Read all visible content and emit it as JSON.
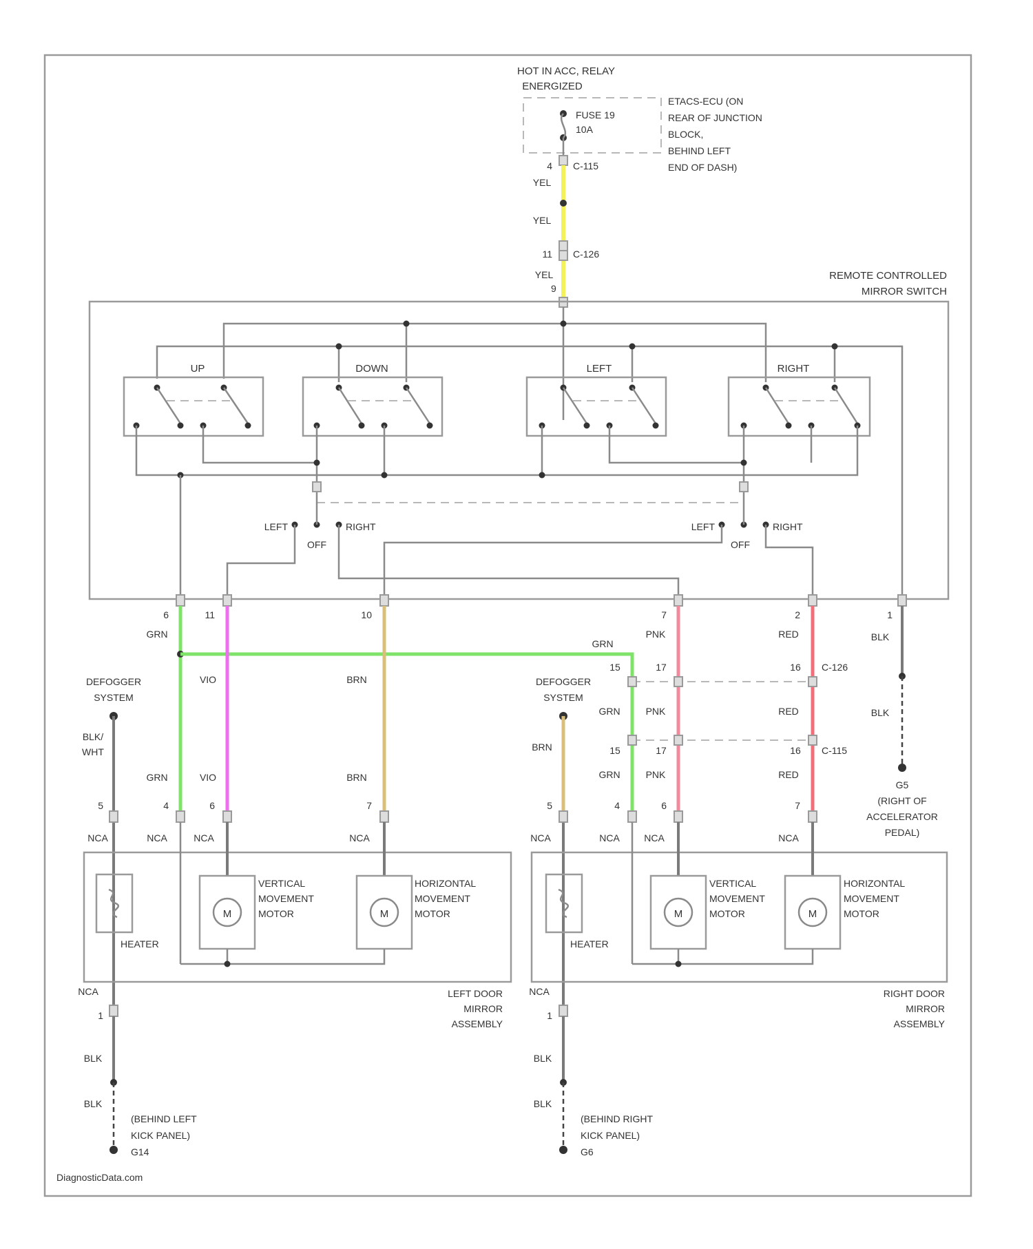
{
  "power": {
    "source_line1": "HOT IN ACC, RELAY",
    "source_line2": "ENERGIZED",
    "fuse_name": "FUSE 19",
    "fuse_rating": "10A",
    "fuse_location": [
      "ETACS-ECU (ON",
      "REAR OF JUNCTION",
      "BLOCK,",
      "BEHIND LEFT",
      "END OF DASH)"
    ],
    "pin_top": "4",
    "connector_top": "C-115",
    "wire_a": "YEL",
    "wire_b": "YEL",
    "pin_c126": "11",
    "connector_c126": "C-126",
    "wire_c": "YEL",
    "pin_switch": "9"
  },
  "switch": {
    "title_line1": "REMOTE CONTROLLED",
    "title_line2": "MIRROR SWITCH",
    "positions": [
      "UP",
      "DOWN",
      "LEFT",
      "RIGHT"
    ],
    "selector_left": {
      "left": "LEFT",
      "off": "OFF",
      "right": "RIGHT"
    },
    "selector_right": {
      "left": "LEFT",
      "off": "OFF",
      "right": "RIGHT"
    }
  },
  "switch_pins": [
    {
      "pin": "6",
      "wire": "GRN"
    },
    {
      "pin": "11",
      "wire": "VIO"
    },
    {
      "pin": "10",
      "wire": "BRN"
    },
    {
      "pin": "7",
      "wire": "PNK"
    },
    {
      "pin": "2",
      "wire": "RED"
    },
    {
      "pin": "1",
      "wire": "BLK"
    }
  ],
  "wire_colors": {
    "GRN": "#7fe36a",
    "VIO": "#ee6fee",
    "BRN": "#d9bf7a",
    "PNK": "#f08a9c",
    "RED": "#f06f78",
    "YEL": "#f4f25a"
  },
  "mid": {
    "grn_cross": "GRN",
    "c126_pins": [
      "15",
      "17",
      "16"
    ],
    "c126_label": "C-126",
    "c115_pins": [
      "15",
      "17",
      "16"
    ],
    "c115_label": "C-115",
    "grn_a": "GRN",
    "pnk_a": "PNK",
    "red_a": "RED",
    "grn_b": "GRN",
    "pnk_b": "PNK",
    "red_b": "RED",
    "blk_mid1": "BLK",
    "blk_mid2": "BLK",
    "ground_g": "G5",
    "ground_g_loc": [
      "(RIGHT OF",
      "ACCELERATOR",
      "PEDAL)"
    ]
  },
  "left_mirror": {
    "defogger_line1": "DEFOGGER",
    "defogger_line2": "SYSTEM",
    "heater_wire_line1": "BLK/",
    "heater_wire_line2": "WHT",
    "wires": {
      "grn": "GRN",
      "vio": "VIO",
      "brn": "BRN"
    },
    "pins": [
      "5",
      "4",
      "6",
      "7"
    ],
    "nca": "NCA",
    "heater": "HEATER",
    "vert_motor": [
      "VERTICAL",
      "MOVEMENT",
      "MOTOR"
    ],
    "horiz_motor": [
      "HORIZONTAL",
      "MOVEMENT",
      "MOTOR"
    ],
    "motor_symbol": "M",
    "assembly": [
      "LEFT DOOR",
      "MIRROR",
      "ASSEMBLY"
    ],
    "bottom_pin": "1",
    "bottom_wire1": "BLK",
    "bottom_wire2": "BLK",
    "ground_loc": [
      "(BEHIND LEFT",
      "KICK PANEL)"
    ],
    "ground_id": "G14"
  },
  "right_mirror": {
    "defogger_line1": "DEFOGGER",
    "defogger_line2": "SYSTEM",
    "heater_wire": "BRN",
    "wires": {
      "grn": "GRN",
      "pnk": "PNK",
      "red": "RED"
    },
    "pins": [
      "5",
      "4",
      "6",
      "7"
    ],
    "nca": "NCA",
    "heater": "HEATER",
    "vert_motor": [
      "VERTICAL",
      "MOVEMENT",
      "MOTOR"
    ],
    "horiz_motor": [
      "HORIZONTAL",
      "MOVEMENT",
      "MOTOR"
    ],
    "motor_symbol": "M",
    "assembly": [
      "RIGHT DOOR",
      "MIRROR",
      "ASSEMBLY"
    ],
    "bottom_pin": "1",
    "bottom_wire1": "BLK",
    "bottom_wire2": "BLK",
    "ground_loc": [
      "(BEHIND RIGHT",
      "KICK PANEL)"
    ],
    "ground_id": "G6"
  },
  "watermark": "DiagnosticData.com"
}
